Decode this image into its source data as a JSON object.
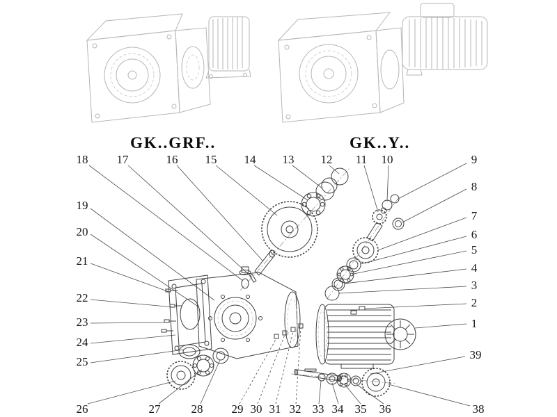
{
  "titles": {
    "left_model": "GK..GRF..",
    "right_model": "GK..Y.."
  },
  "callouts": [
    "18",
    "17",
    "16",
    "15",
    "14",
    "13",
    "12",
    "11",
    "10",
    "9",
    "8",
    "7",
    "6",
    "5",
    "4",
    "3",
    "2",
    "1",
    "39",
    "38",
    "19",
    "20",
    "21",
    "22",
    "23",
    "24",
    "25",
    "26",
    "27",
    "28",
    "29",
    "30",
    "31",
    "32",
    "33",
    "34",
    "35",
    "36"
  ],
  "colors": {
    "line_art": "#3f3f3f",
    "assembled_views": "#b6b6b6",
    "text": "#161616"
  }
}
